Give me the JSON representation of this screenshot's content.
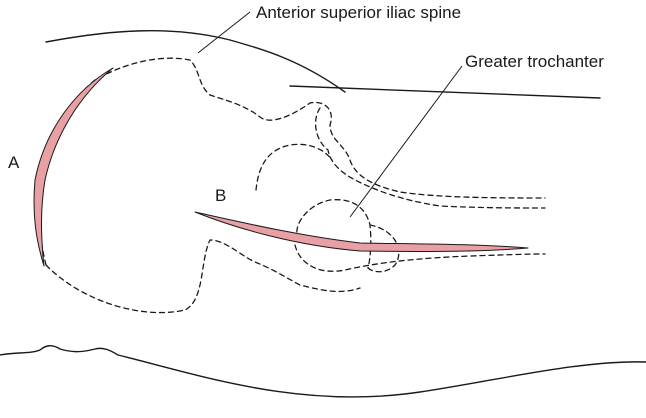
{
  "labels": {
    "asis": "Anterior superior iliac spine",
    "greater_trochanter": "Greater trochanter",
    "incision_a": "A",
    "incision_b": "B"
  },
  "colors": {
    "incision_fill": "#e8a0a4",
    "line": "#1a1a1a",
    "background": "#ffffff"
  }
}
